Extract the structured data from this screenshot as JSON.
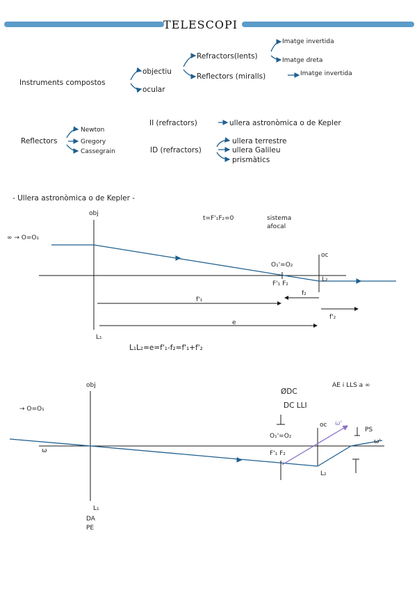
{
  "title": "TELESCOPI",
  "colors": {
    "accent": "#5b9bc9",
    "ray": "#1f5f8f",
    "purple": "#8a6fc6"
  },
  "tree1": {
    "root": "Instruments compostos",
    "objectiu": "objectiu",
    "ocular": "ocular",
    "refractors": "Refractors(lents)",
    "reflectors": "Reflectors (miralls)",
    "img_invertida": "Imatge invertida",
    "img_dreta": "Imatge dreta",
    "img_invertida2": "Imatge invertida"
  },
  "tree2": {
    "root": "Reflectors",
    "items": [
      "Newton",
      "Gregory",
      "Cassegrain"
    ]
  },
  "tree3": {
    "ii": "II (refractors)",
    "ii_target": "ullera astronòmica o de Kepler",
    "id": "ID (refractors)",
    "id_items": [
      "ullera terrestre",
      "ullera Galileu",
      "prismàtics"
    ]
  },
  "section_title": "- Ullera astronòmica o de Kepler -",
  "d1": {
    "obj": "obj",
    "oc": "oc",
    "inf": "∞ → O=O₁",
    "eq": "t=F'₁F₂=0",
    "afocal_1": "sistema",
    "afocal_2": "afocal",
    "o_eq": "O₁'=O₂",
    "f_pts": "F'₁ F₂",
    "f1": "f'₁",
    "f2": "f₂",
    "f2p": "f'₂",
    "e": "e",
    "l1": "L₁",
    "l2": "L₂",
    "formula": "L₁L₂=e=f'₁-f₂=f'₁+f'₂"
  },
  "d2": {
    "obj": "obj",
    "oc": "oc",
    "inf_label": "→ O=O₁",
    "top_right": "AE i LLS a ∞",
    "phi": "ØDC",
    "dc": "DC LLI",
    "o_eq": "O₁'=O₂",
    "f_pts": "F'₁ F₂",
    "omega": "ω",
    "omega_p": "ω'",
    "omega_p2": "ω'",
    "ps": "PS",
    "l1": "L₁",
    "l2": "L₂",
    "da": "DA",
    "pe": "PE"
  }
}
